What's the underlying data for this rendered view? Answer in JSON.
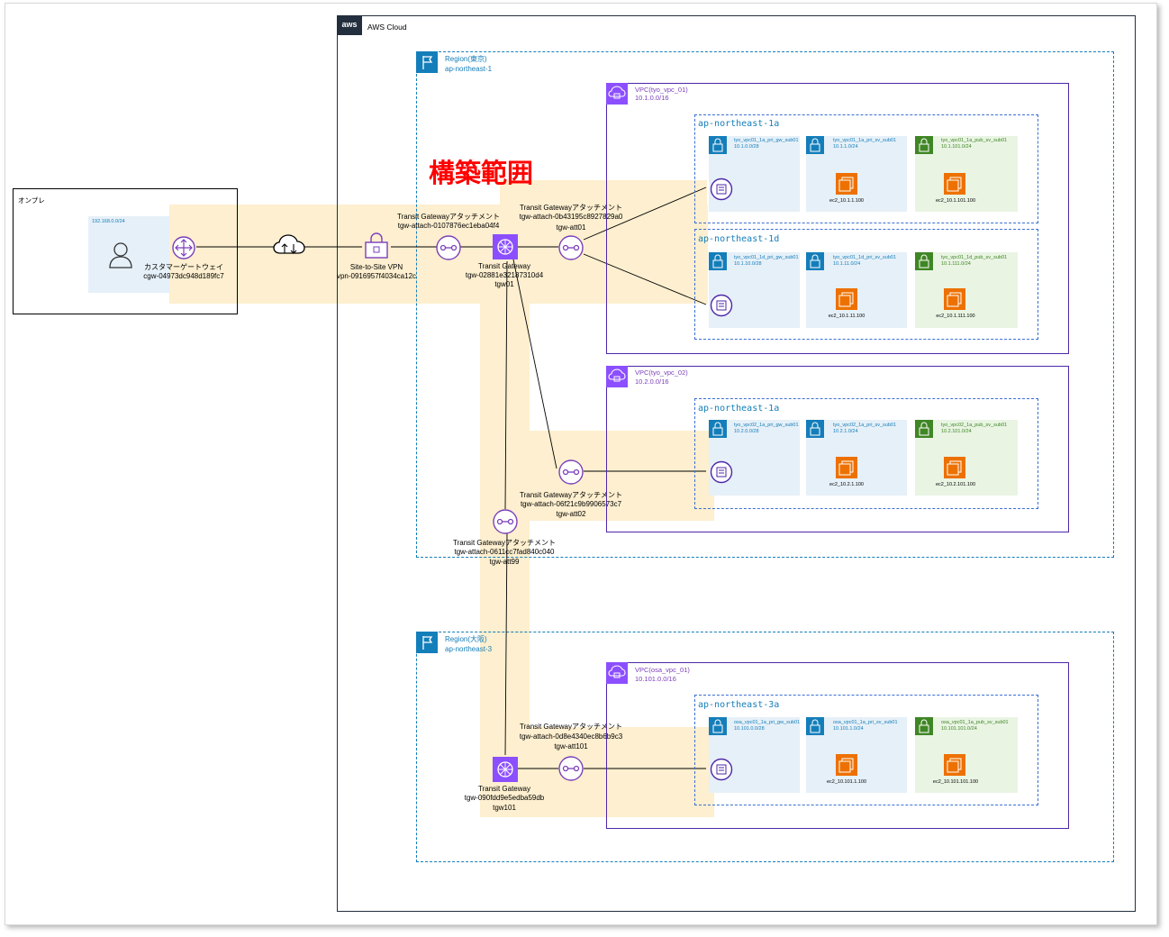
{
  "title_range": "構築範囲",
  "onprem": {
    "label": "オンプレ",
    "cidr": "192.168.0.0/24",
    "cgw_name": "カスタマーゲートウェイ",
    "cgw_id": "cgw-04973dc948d189fc7"
  },
  "aws_cloud": "AWS Cloud",
  "aws_logo": "aws",
  "vpn": {
    "name": "Site-to-Site VPN",
    "id": "vpn-0916957f4034ca12c"
  },
  "region_tokyo": {
    "name": "Region(東京)",
    "code": "ap-northeast-1"
  },
  "region_osaka": {
    "name": "Region(大阪)",
    "code": "ap-northeast-3"
  },
  "att_vpn": {
    "name": "Transit Gatewayアタッチメント",
    "id": "tgw-attach-0107876ec1eba04f4"
  },
  "tgw01": {
    "name": "Transit Gateway",
    "id": "tgw-02881e32187310d4",
    "label": "tgw01"
  },
  "att01": {
    "name": "Transit Gatewayアタッチメント",
    "id": "tgw-attach-0b43195c8927829a0",
    "label": "tgw-att01"
  },
  "att02": {
    "name": "Transit Gatewayアタッチメント",
    "id": "tgw-attach-06f21c9b9906573c7",
    "label": "tgw-att02"
  },
  "att99": {
    "name": "Transit Gatewayアタッチメント",
    "id": "tgw-attach-0611cc7fad840c040",
    "label": "tgw-att99"
  },
  "att101": {
    "name": "Transit Gatewayアタッチメント",
    "id": "tgw-attach-0d8e4340ec8b6b9c3",
    "label": "tgw-att101"
  },
  "tgw101": {
    "name": "Transit Gateway",
    "id": "tgw-090fdd9e5edba59db",
    "label": "tgw101"
  },
  "vpc1": {
    "name": "VPC(tyo_vpc_01)",
    "cidr": "10.1.0.0/16",
    "az_a": "ap-northeast-1a",
    "az_d": "ap-northeast-1d",
    "sub_a_gw": {
      "name": "tyo_vpc01_1a_pri_gw_sub01",
      "cidr": "10.1.0.0/28"
    },
    "sub_a_sv": {
      "name": "tyo_vpc01_1a_pri_sv_sub01",
      "cidr": "10.1.1.0/24",
      "ec2": "ec2_10.1.1.100"
    },
    "sub_a_pub": {
      "name": "tyo_vpc01_1a_pub_sv_sub01",
      "cidr": "10.1.101.0/24",
      "ec2": "ec2_10.1.101.100"
    },
    "sub_d_gw": {
      "name": "tyo_vpc01_1d_pri_gw_sub01",
      "cidr": "10.1.10.0/28"
    },
    "sub_d_sv": {
      "name": "tyo_vpc01_1d_pri_sv_sub01",
      "cidr": "10.1.11.0/24",
      "ec2": "ec2_10.1.11.100"
    },
    "sub_d_pub": {
      "name": "tyo_vpc01_1d_pub_sv_sub01",
      "cidr": "10.1.111.0/24",
      "ec2": "ec2_10.1.111.100"
    }
  },
  "vpc2": {
    "name": "VPC(tyo_vpc_02)",
    "cidr": "10.2.0.0/16",
    "az_a": "ap-northeast-1a",
    "sub_gw": {
      "name": "tyo_vpc02_1a_pri_gw_sub01",
      "cidr": "10.2.0.0/28"
    },
    "sub_sv": {
      "name": "tyo_vpc02_1a_pri_sv_sub01",
      "cidr": "10.2.1.0/24",
      "ec2": "ec2_10.2.1.100"
    },
    "sub_pub": {
      "name": "tyo_vpc02_1a_pub_sv_sub01",
      "cidr": "10.2.101.0/24",
      "ec2": "ec2_10.2.101.100"
    }
  },
  "vpc3": {
    "name": "VPC(osa_vpc_01)",
    "cidr": "10.101.0.0/16",
    "az_a": "ap-northeast-3a",
    "sub_gw": {
      "name": "osa_vpc01_1a_pri_gw_sub01",
      "cidr": "10.101.0.0/28"
    },
    "sub_sv": {
      "name": "osa_vpc01_1a_pri_sv_sub01",
      "cidr": "10.101.1.0/24",
      "ec2": "ec2_10.101.1.100"
    },
    "sub_pub": {
      "name": "osa_vpc01_1a_pub_sv_sub01",
      "cidr": "10.101.101.0/24",
      "ec2": "ec2_10.101.101.100"
    }
  }
}
